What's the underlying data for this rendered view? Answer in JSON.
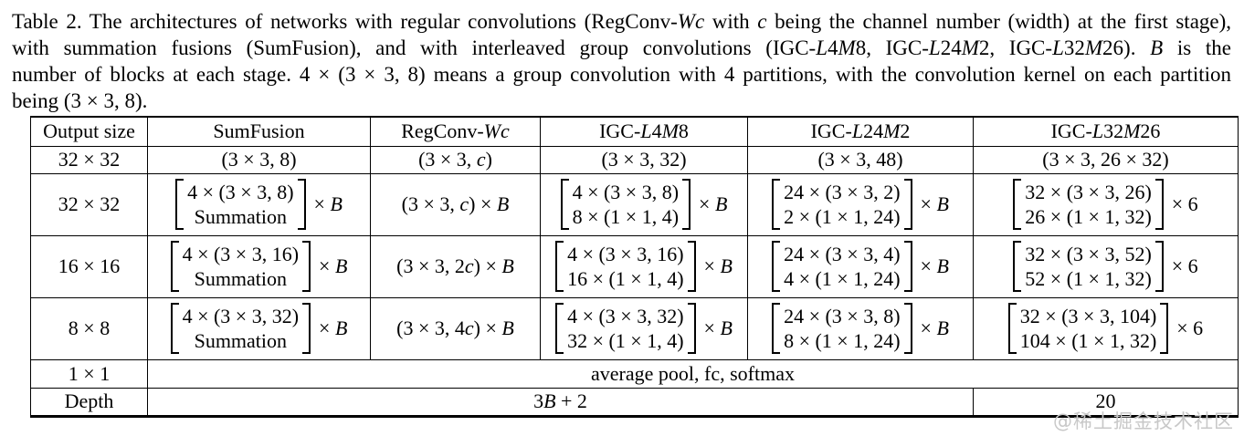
{
  "page": {
    "background_color": "#ffffff",
    "text_color": "#000000",
    "watermark": {
      "text": "@稀土掘金技术社区",
      "color": "#c8c8c8"
    }
  },
  "caption": {
    "lines": [
      [
        {
          "t": "Table 2. The architectures of networks with regular convolutions (RegConv-"
        },
        {
          "t": "Wc",
          "i": 1
        },
        {
          "t": " with "
        },
        {
          "t": "c",
          "i": 1
        },
        {
          "t": " being the channel number (width) at the first stage),"
        }
      ],
      [
        {
          "t": "with summation fusions (SumFusion), and with interleaved group convolutions (IGC-"
        },
        {
          "t": "L",
          "i": 1
        },
        {
          "t": "4"
        },
        {
          "t": "M",
          "i": 1
        },
        {
          "t": "8, IGC-"
        },
        {
          "t": "L",
          "i": 1
        },
        {
          "t": "24"
        },
        {
          "t": "M",
          "i": 1
        },
        {
          "t": "2, IGC-"
        },
        {
          "t": "L",
          "i": 1
        },
        {
          "t": "32"
        },
        {
          "t": "M",
          "i": 1
        },
        {
          "t": "26). "
        },
        {
          "t": "B",
          "i": 1
        },
        {
          "t": " is the"
        }
      ],
      [
        {
          "t": "number of blocks at each stage. 4 × (3 × 3, 8) means a group convolution with 4 partitions, with the convolution kernel on each partition"
        }
      ],
      [
        {
          "t": "being (3 × 3, 8)."
        }
      ]
    ]
  },
  "table": {
    "header": {
      "output_size": "Output size",
      "sumfusion": "SumFusion",
      "regconv": "RegConv-Wc",
      "igc_l4m8": "IGC-L4M8",
      "igc_l24m2": "IGC-L24M2",
      "igc_l32m26": "IGC-L32M26"
    },
    "stage1": {
      "output_size": "32 × 32",
      "sumfusion": "(3 × 3, 8)",
      "regconv": "(3 × 3, c)",
      "igc_l4m8": "(3 × 3, 32)",
      "igc_l24m2": "(3 × 3, 48)",
      "igc_l32m26": "(3 × 3, 26 × 32)"
    },
    "stage2": {
      "output_size": "32 × 32",
      "sumfusion": {
        "lines": [
          "4 × (3 × 3, 8)",
          "Summation"
        ],
        "suffix": "× B"
      },
      "regconv": "(3 × 3, c) × B",
      "igc_l4m8": {
        "lines": [
          "4 × (3 × 3, 8)",
          "8 × (1 × 1, 4)"
        ],
        "suffix": "× B"
      },
      "igc_l24m2": {
        "lines": [
          "24 × (3 × 3, 2)",
          "2 × (1 × 1, 24)"
        ],
        "suffix": "× B"
      },
      "igc_l32m26": {
        "lines": [
          "32 × (3 × 3, 26)",
          "26 × (1 × 1, 32)"
        ],
        "suffix": "× 6"
      }
    },
    "stage3": {
      "output_size": "16 × 16",
      "sumfusion": {
        "lines": [
          "4 × (3 × 3, 16)",
          "Summation"
        ],
        "suffix": "× B"
      },
      "regconv": "(3 × 3, 2c) × B",
      "igc_l4m8": {
        "lines": [
          "4 × (3 × 3, 16)",
          "16 × (1 × 1, 4)"
        ],
        "suffix": "× B"
      },
      "igc_l24m2": {
        "lines": [
          "24 × (3 × 3, 4)",
          "4 × (1 × 1, 24)"
        ],
        "suffix": "× B"
      },
      "igc_l32m26": {
        "lines": [
          "32 × (3 × 3, 52)",
          "52 × (1 × 1, 32)"
        ],
        "suffix": "× 6"
      }
    },
    "stage4": {
      "output_size": "8 × 8",
      "sumfusion": {
        "lines": [
          "4 × (3 × 3, 32)",
          "Summation"
        ],
        "suffix": "× B"
      },
      "regconv": "(3 × 3, 4c) × B",
      "igc_l4m8": {
        "lines": [
          "4 × (3 × 3, 32)",
          "32 × (1 × 1, 4)"
        ],
        "suffix": "× B"
      },
      "igc_l24m2": {
        "lines": [
          "24 × (3 × 3, 8)",
          "8 × (1 × 1, 24)"
        ],
        "suffix": "× B"
      },
      "igc_l32m26": {
        "lines": [
          "32 × (3 × 3, 104)",
          "104 × (1 × 1, 32)"
        ],
        "suffix": "× 6"
      }
    },
    "pool_row": {
      "output_size": "1 × 1",
      "value": "average pool, fc, softmax"
    },
    "depth_row": {
      "label": "Depth",
      "shared": "3B + 2",
      "igc_l32m26": "20"
    }
  }
}
